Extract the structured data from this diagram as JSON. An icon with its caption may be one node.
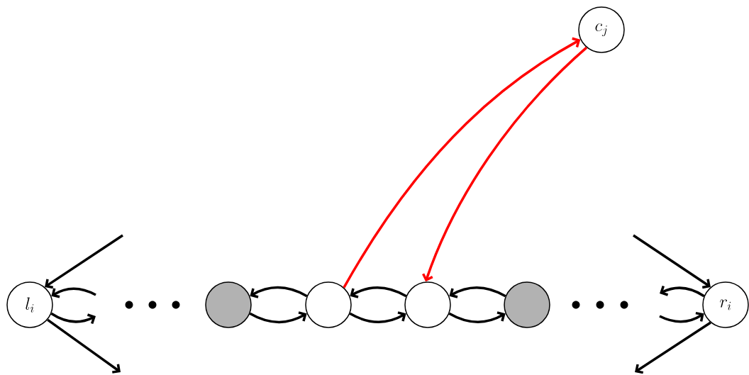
{
  "diagram": {
    "nodes": [
      {
        "text": [
          "l_i"
        ]
      },
      {
        "text": [],
        "shape": "circle"
      },
      {
        "text": [],
        "shape": "circle"
      },
      {
        "text": [],
        "shape": "circle"
      },
      {
        "text": [],
        "shape": "circle"
      },
      {
        "text": [
          "r_i"
        ]
      },
      {
        "text": [
          "c_j"
        ]
      }
    ],
    "edges": [
      {
        "from": null,
        "to": 0,
        "arrow": "to"
      },
      {
        "from": 0,
        "to": null,
        "arrow": "to"
      },
      {
        "from": null,
        "to": 0,
        "arrow": "to"
      },
      {
        "from": 0,
        "to": null,
        "arrow": "to"
      },
      {
        "from": 2,
        "to": 1,
        "arrow": "to"
      },
      {
        "from": 1,
        "to": 2,
        "arrow": "to"
      },
      {
        "from": 3,
        "to": 2,
        "arrow": "to"
      },
      {
        "from": 2,
        "to": 3,
        "arrow": "to"
      },
      {
        "from": 4,
        "to": 3,
        "arrow": "to"
      },
      {
        "from": 3,
        "to": 4,
        "arrow": "to"
      },
      {
        "from": 5,
        "to": null,
        "arrow": "to"
      },
      {
        "from": null,
        "to": 5,
        "arrow": "to"
      },
      {
        "from": null,
        "to": 5,
        "arrow": "to"
      },
      {
        "from": 5,
        "to": null,
        "arrow": "to"
      },
      {
        "from": 2,
        "to": 6,
        "arrow": "to",
        "color": "#ff0000"
      },
      {
        "from": 6,
        "to": 3,
        "arrow": "to",
        "color": "#ff0000"
      }
    ]
  }
}
